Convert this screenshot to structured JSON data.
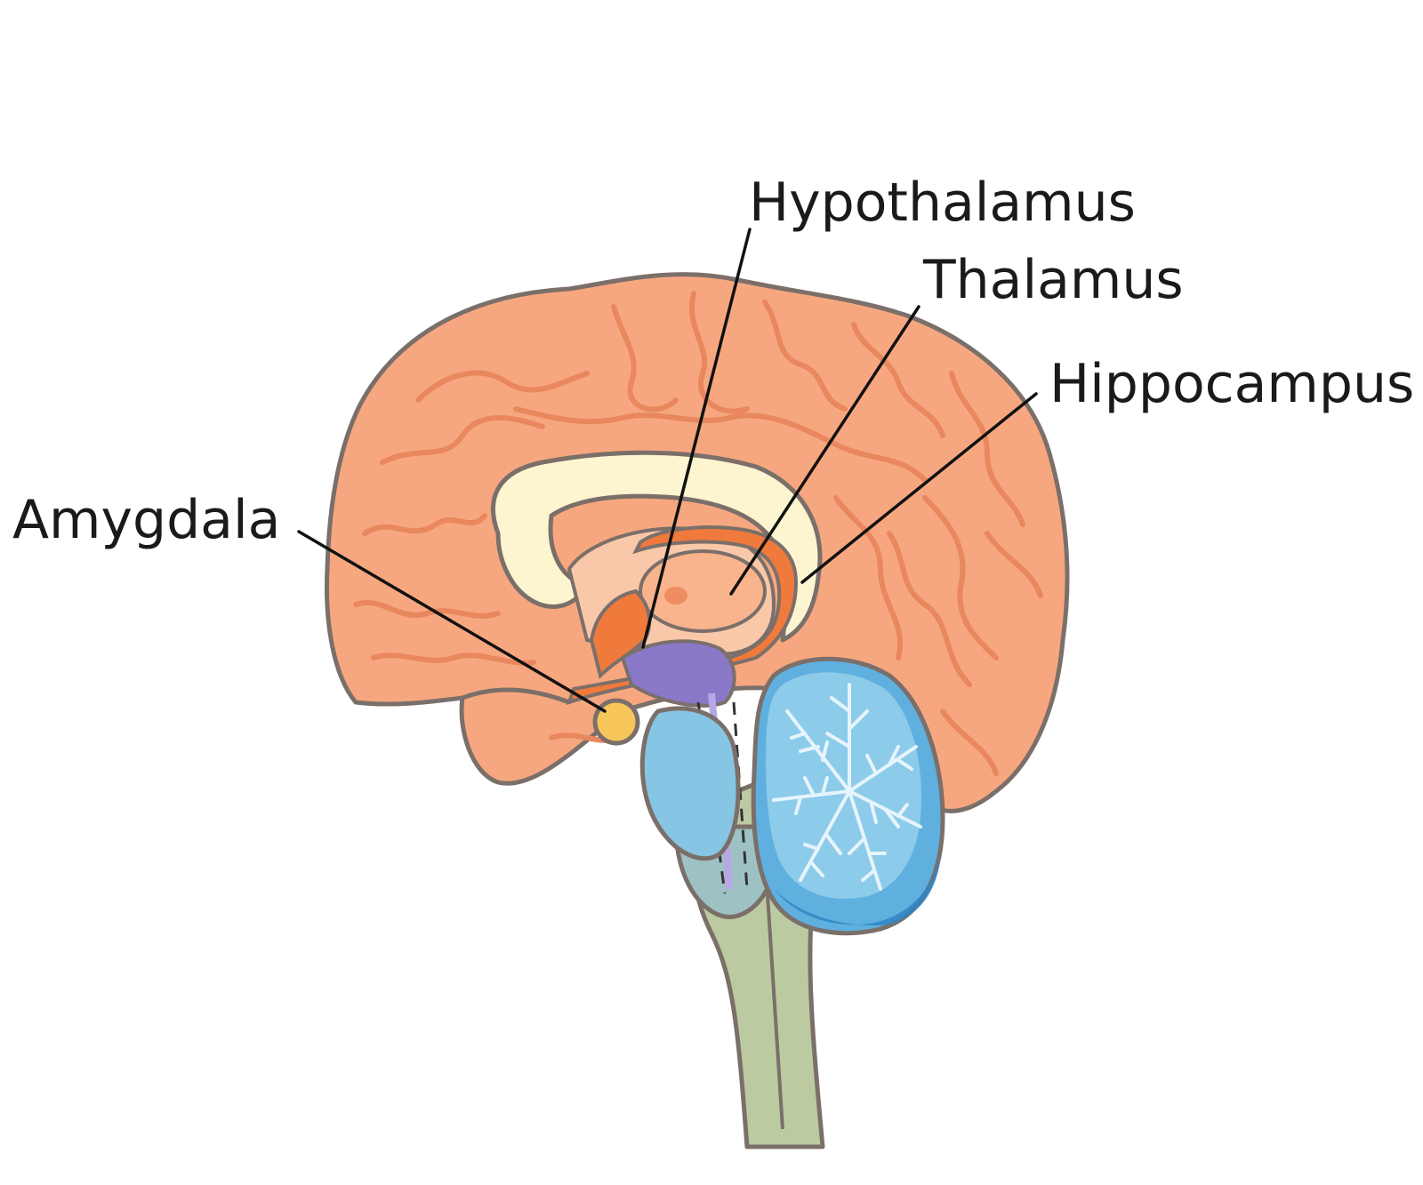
{
  "labels": {
    "hypothalamus": "Hypothalamus",
    "thalamus": "Thalamus",
    "hippocampus": "Hippocampus",
    "amygdala": "Amygdala"
  },
  "colors": {
    "cortex": "#f7a77f",
    "cortex_outline": "#7b6f6a",
    "sulci": "#e9875e",
    "corpus_callosum": "#fdf6d0",
    "thalamus": "#f9b48d",
    "hypothalamus": "#f07a3c",
    "hippocampus": "#f07a3c",
    "amygdala": "#f7c65a",
    "midbrain": "#8a78c8",
    "pons": "#86c5e3",
    "cerebellum": "#5fb0df",
    "brainstem": "#b9c9a0",
    "label_text": "#1a1a1a"
  }
}
